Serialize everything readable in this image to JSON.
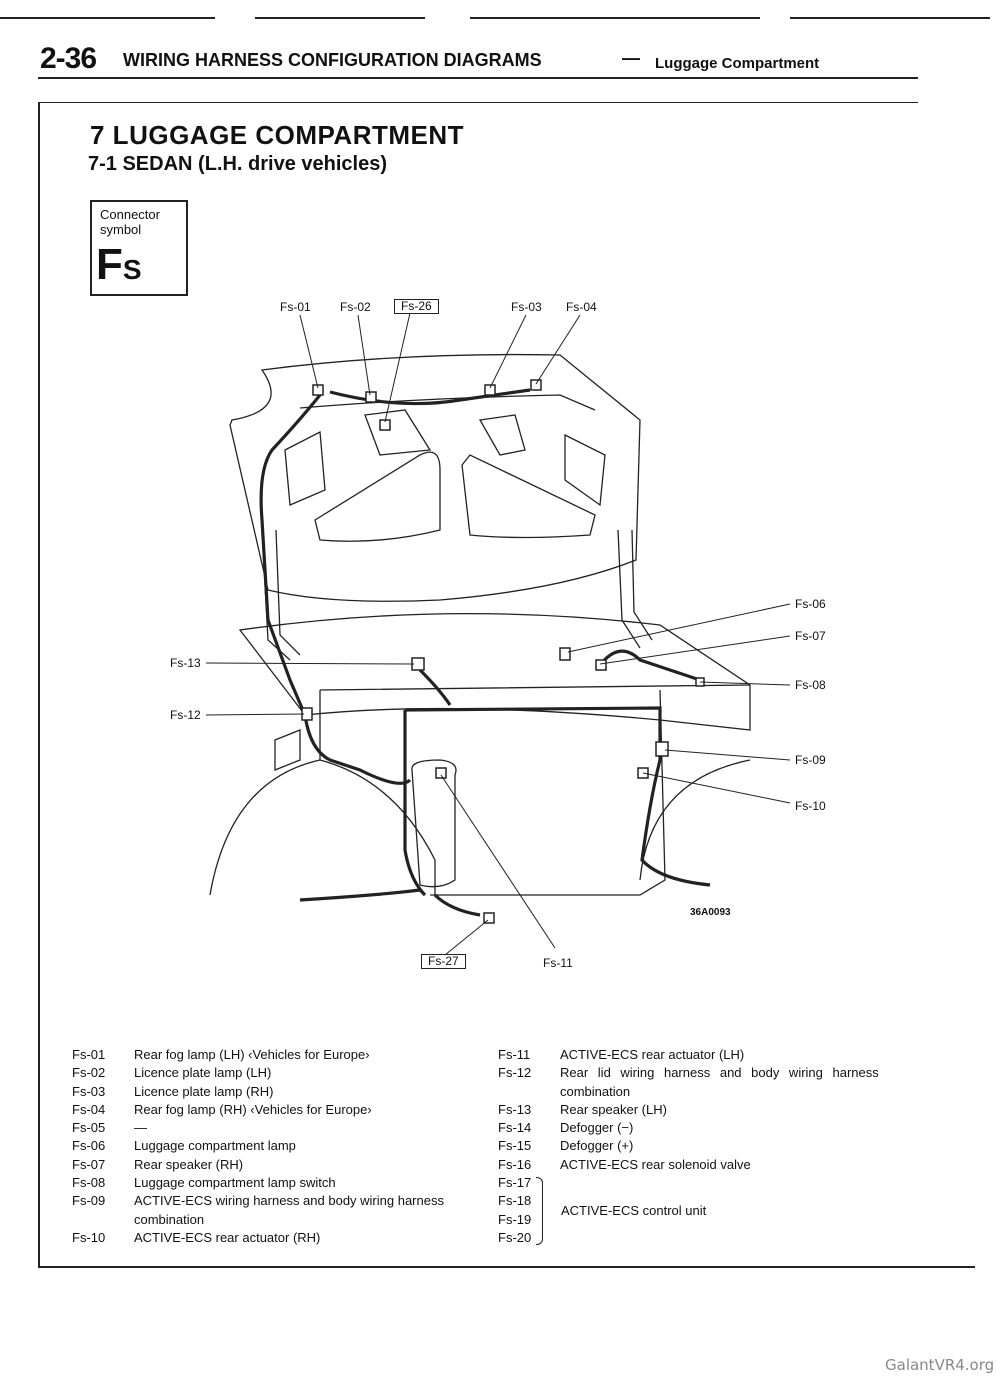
{
  "header": {
    "page_number": "2-36",
    "title": "WIRING HARNESS CONFIGURATION DIAGRAMS",
    "separator": "—",
    "subtitle": "Luggage Compartment"
  },
  "section": {
    "title": "7  LUGGAGE COMPARTMENT",
    "subtitle": "7-1  SEDAN (L.H. drive vehicles)"
  },
  "connector_symbol": {
    "label": "Connector symbol",
    "symbol_main": "F",
    "symbol_sub": "S"
  },
  "diagram": {
    "callouts": {
      "fs01": "Fs-01",
      "fs02": "Fs-02",
      "fs26": "Fs-26",
      "fs03": "Fs-03",
      "fs04": "Fs-04",
      "fs06": "Fs-06",
      "fs07": "Fs-07",
      "fs08": "Fs-08",
      "fs09": "Fs-09",
      "fs10": "Fs-10",
      "fs13": "Fs-13",
      "fs12": "Fs-12",
      "fs27": "Fs-27",
      "fs11": "Fs-11"
    },
    "part_number": "36A0093"
  },
  "legend": {
    "left": [
      {
        "code": "Fs-01",
        "desc": "Rear fog lamp (LH) ‹Vehicles for Europe›"
      },
      {
        "code": "Fs-02",
        "desc": "Licence plate lamp (LH)"
      },
      {
        "code": "Fs-03",
        "desc": "Licence plate lamp (RH)"
      },
      {
        "code": "Fs-04",
        "desc": "Rear fog lamp (RH) ‹Vehicles for Europe›"
      },
      {
        "code": "Fs-05",
        "desc": "—"
      },
      {
        "code": "Fs-06",
        "desc": "Luggage compartment lamp"
      },
      {
        "code": "Fs-07",
        "desc": "Rear speaker (RH)"
      },
      {
        "code": "Fs-08",
        "desc": "Luggage compartment lamp switch"
      },
      {
        "code": "Fs-09",
        "desc": "ACTIVE-ECS wiring harness and body wiring harness",
        "desc2": "combination"
      },
      {
        "code": "Fs-10",
        "desc": "ACTIVE-ECS rear actuator (RH)"
      }
    ],
    "right": [
      {
        "code": "Fs-11",
        "desc": "ACTIVE-ECS rear actuator (LH)"
      },
      {
        "code": "Fs-12",
        "desc": "Rear lid wiring harness and body wiring harness",
        "desc2": "combination"
      },
      {
        "code": "Fs-13",
        "desc": "Rear speaker (LH)"
      },
      {
        "code": "Fs-14",
        "desc": "Defogger (−)"
      },
      {
        "code": "Fs-15",
        "desc": "Defogger (+)"
      },
      {
        "code": "Fs-16",
        "desc": "ACTIVE-ECS rear solenoid valve"
      }
    ],
    "group": {
      "codes": [
        "Fs-17",
        "Fs-18",
        "Fs-19",
        "Fs-20"
      ],
      "desc": "ACTIVE-ECS control unit"
    }
  },
  "watermark": "GalantVR4.org"
}
